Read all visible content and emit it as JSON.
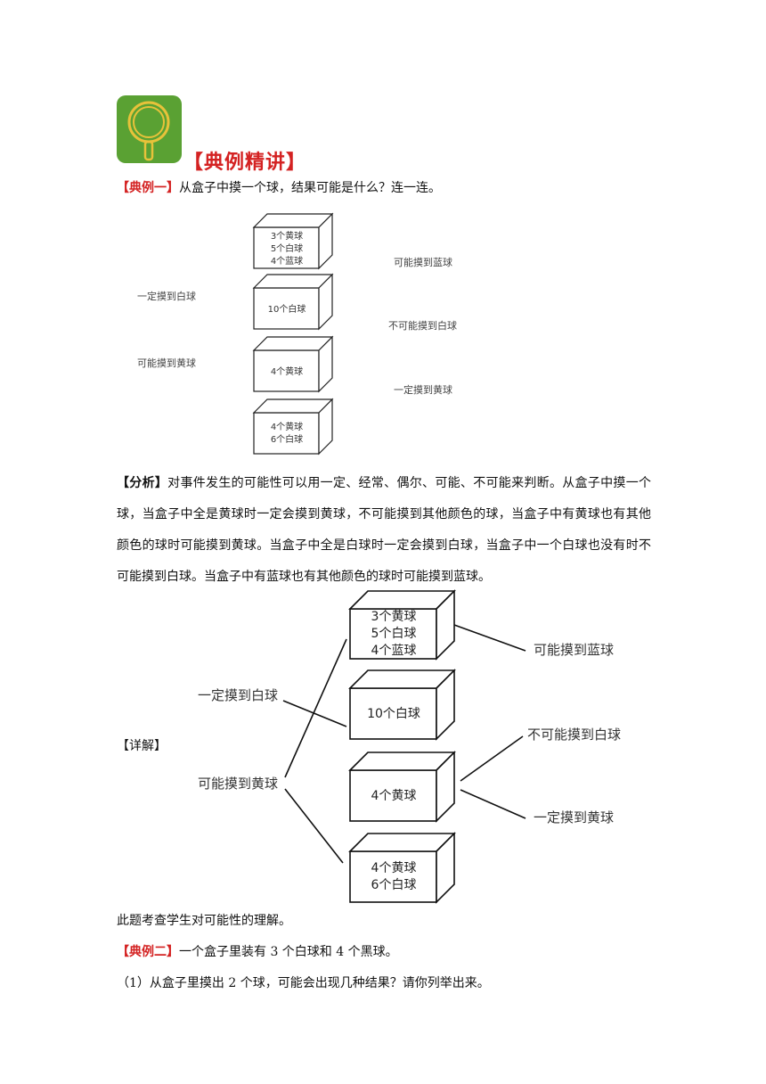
{
  "header": {
    "title": "【典例精讲】",
    "icon": "magnifier-icon",
    "icon_bg": "#5aa133",
    "icon_ring": "#e7c23a"
  },
  "example1": {
    "tag": "【典例一】",
    "question": "从盒子中摸一个球，结果可能是什么？连一连。",
    "boxes": [
      [
        "3个黄球",
        "5个白球",
        "4个蓝球"
      ],
      [
        "10个白球"
      ],
      [
        "4个黄球"
      ],
      [
        "4个黄球",
        "6个白球"
      ]
    ],
    "left_labels": [
      "一定摸到白球",
      "可能摸到黄球"
    ],
    "right_labels": [
      "可能摸到蓝球",
      "不可能摸到白球",
      "一定摸到黄球"
    ],
    "analysis_tag": "【分析】",
    "analysis": "对事件发生的可能性可以用一定、经常、偶尔、可能、不可能来判断。从盒子中摸一个球，当盒子中全是黄球时一定会摸到黄球，不可能摸到其他颜色的球，当盒子中有黄球也有其他颜色的球时可能摸到黄球。当盒子中全是白球时一定会摸到白球，当盒子中一个白球也没有时不可能摸到白球。当盒子中有蓝球也有其他颜色的球时可能摸到蓝球。",
    "detail_tag": "【详解】",
    "summary": "此题考查学生对可能性的理解。"
  },
  "example2": {
    "tag": "【典例二】",
    "question": "一个盒子里装有 3 个白球和 4 个黑球。",
    "sub1": "（1）从盒子里摸出 2 个球，可能会出现几种结果？请你列举出来。"
  }
}
